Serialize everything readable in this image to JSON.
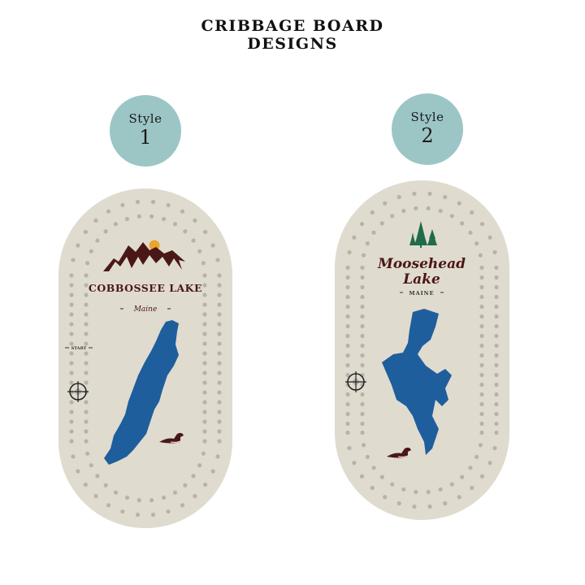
{
  "header": {
    "title_line1": "CRIBBAGE BOARD",
    "title_line2": "DESIGNS"
  },
  "colors": {
    "badge": "#9cc5c6",
    "board": "#e0dbcf",
    "holes": "#b8b3a8",
    "lake": "#1f5e9c",
    "brown": "#4a1717",
    "sun": "#e8a531",
    "tree": "#1f6b4a"
  },
  "styles": [
    {
      "badge_label": "Style",
      "badge_number": "1",
      "lake_name": "COBBOSSEE LAKE",
      "state": "Maine",
      "start_label": "START",
      "icons": [
        "mountain-sun-icon",
        "compass-icon",
        "loon-icon",
        "lake-map"
      ]
    },
    {
      "badge_label": "Style",
      "badge_number": "2",
      "lake_name_line1": "Moosehead",
      "lake_name_line2": "Lake",
      "state": "MAINE",
      "icons": [
        "pine-trees-icon",
        "compass-icon",
        "loon-icon",
        "lake-map"
      ]
    }
  ]
}
